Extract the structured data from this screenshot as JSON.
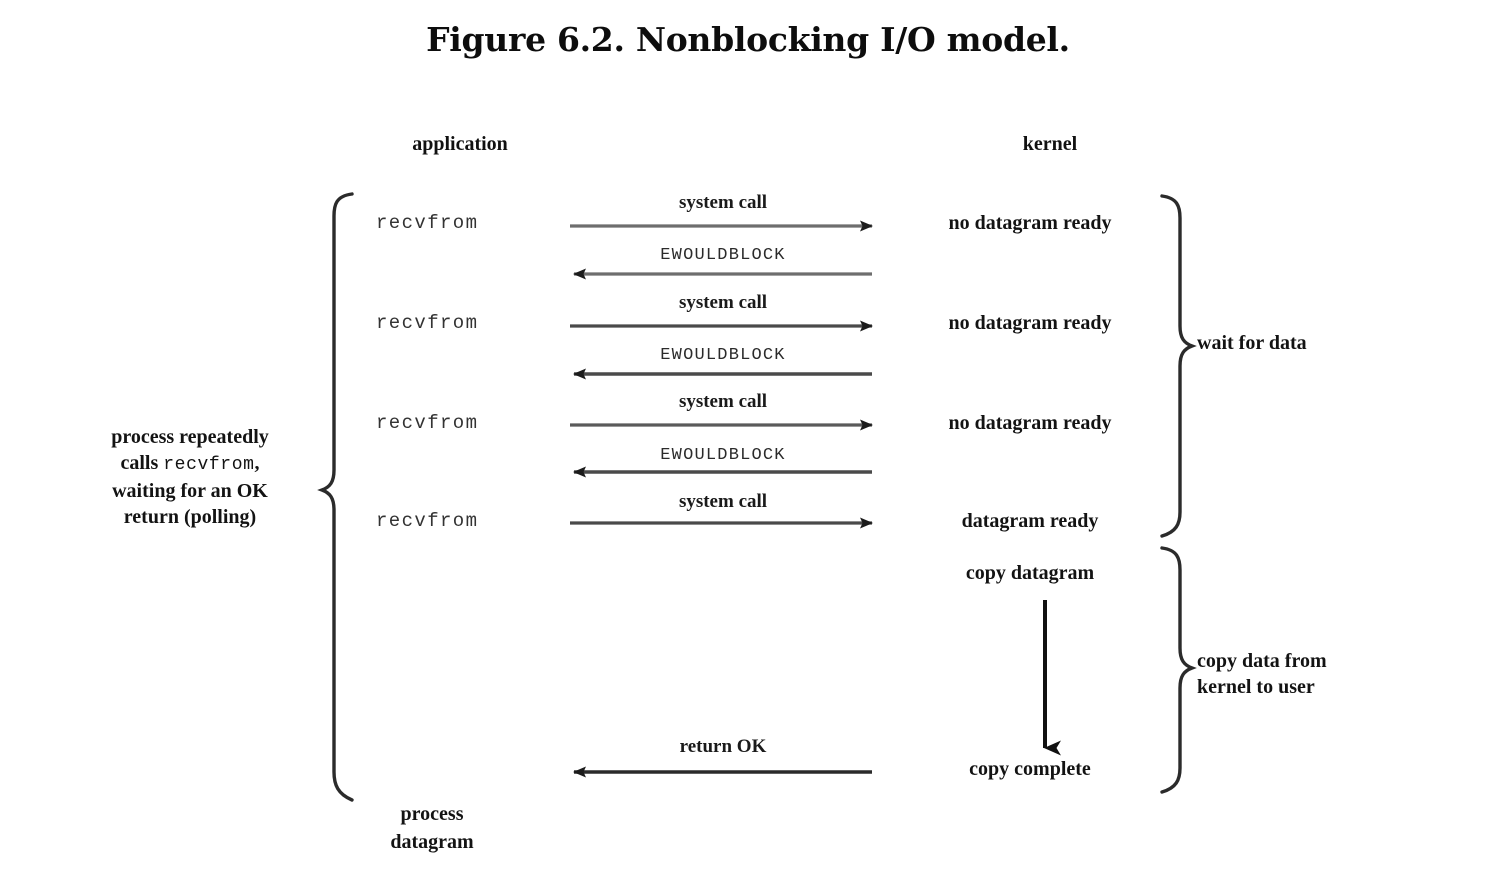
{
  "figure": {
    "title": "Figure 6.2. Nonblocking I/O model.",
    "columns": {
      "application": "application",
      "kernel": "kernel"
    },
    "calls": [
      {
        "label": "recvfrom"
      },
      {
        "label": "recvfrom"
      },
      {
        "label": "recvfrom"
      },
      {
        "label": "recvfrom"
      }
    ],
    "messages": [
      {
        "text": "system call",
        "direction": "right",
        "style": "serif"
      },
      {
        "text": "EWOULDBLOCK",
        "direction": "left",
        "style": "mono"
      },
      {
        "text": "system call",
        "direction": "right",
        "style": "serif"
      },
      {
        "text": "EWOULDBLOCK",
        "direction": "left",
        "style": "mono"
      },
      {
        "text": "system call",
        "direction": "right",
        "style": "serif"
      },
      {
        "text": "EWOULDBLOCK",
        "direction": "left",
        "style": "mono"
      },
      {
        "text": "system call",
        "direction": "right",
        "style": "serif"
      },
      {
        "text": "return OK",
        "direction": "left",
        "style": "serif"
      }
    ],
    "kernel_states": [
      {
        "label": "no datagram ready"
      },
      {
        "label": "no datagram ready"
      },
      {
        "label": "no datagram ready"
      },
      {
        "label": "datagram ready"
      },
      {
        "label": "copy datagram"
      },
      {
        "label": "copy complete"
      }
    ],
    "notes": {
      "left_process": {
        "line1": "process repeatedly",
        "line2_prefix": "calls ",
        "line2_code": "recvfrom",
        "line2_suffix": ",",
        "line3": "waiting for an OK",
        "line4": "return (polling)"
      },
      "wait_for_data": "wait for data",
      "copy_data_line1": "copy data from",
      "copy_data_line2": "kernel to user",
      "process_datagram_line1": "process",
      "process_datagram_line2": "datagram"
    },
    "colors": {
      "background": "#ffffff",
      "text": "#111111",
      "arrow_line": "#6e6e6e",
      "arrow_line_dark": "#2b2b2b",
      "brace": "#2b2b2b",
      "copy_arrow": "#111111"
    }
  }
}
